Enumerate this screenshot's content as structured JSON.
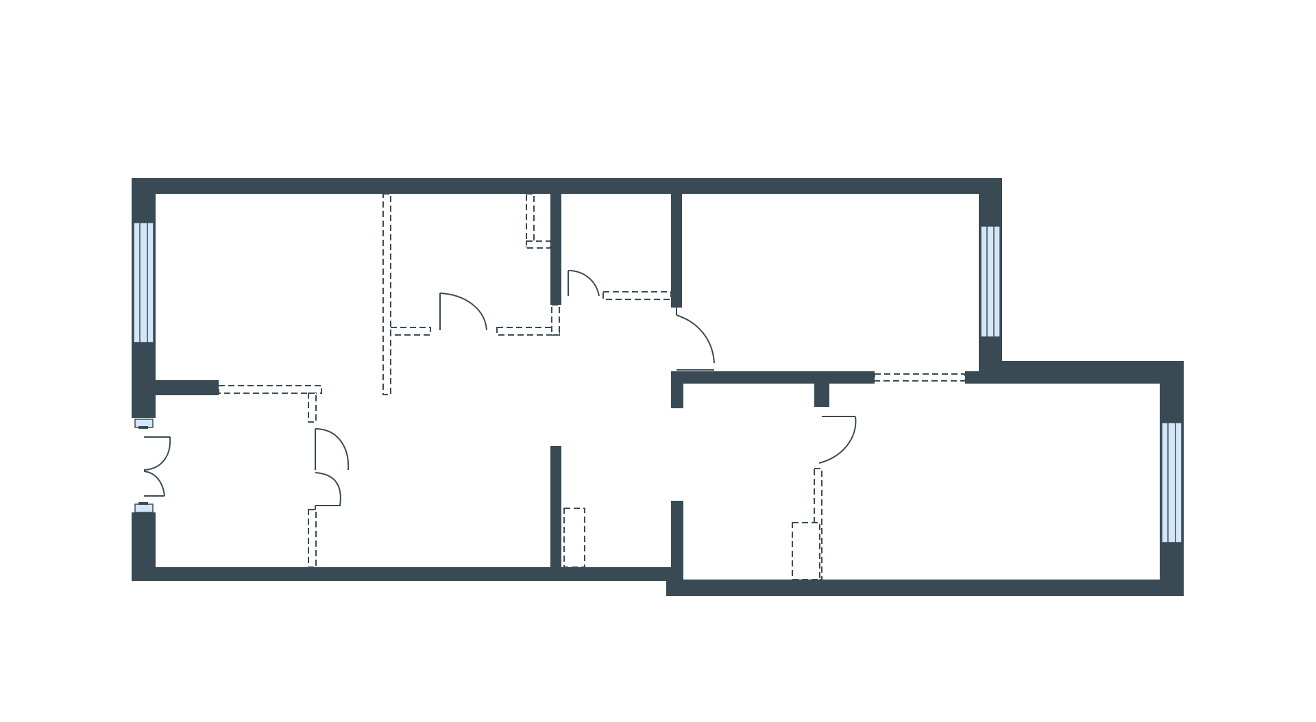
{
  "plan": {
    "colors": {
      "wall": "#3a4a55",
      "window_glass": "#d4e7f8",
      "background": "#ffffff"
    },
    "rooms": [
      "room-left",
      "room-top-right",
      "room-right",
      "corridor"
    ],
    "doors": [
      "door-entrance",
      "door-left-double",
      "door-bathroom",
      "door-wc",
      "door-top-right-room",
      "door-right-room"
    ],
    "windows": [
      "window-left",
      "window-top-right",
      "window-right"
    ],
    "icons": [
      "wall",
      "window",
      "door-swing",
      "partition-dashed"
    ]
  }
}
